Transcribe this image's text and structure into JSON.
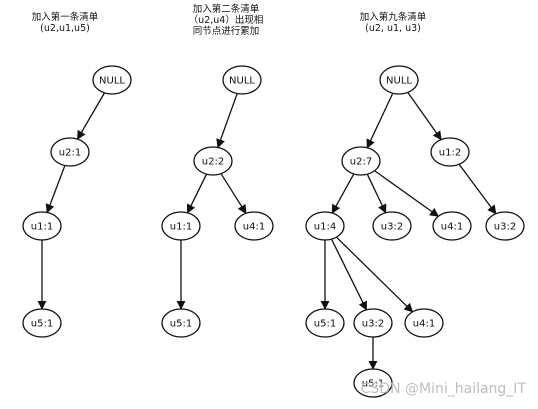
{
  "captions": [
    {
      "lines": [
        "加入第一条清单",
        "(u2,u1,u5)"
      ]
    },
    {
      "lines": [
        "加入第二条清单",
        "（u2,u4）出现相",
        "同节点进行累加"
      ]
    },
    {
      "lines": [
        "加入第九条清单",
        "(u2, u1, u3)"
      ]
    }
  ],
  "trees": [
    {
      "nodes": [
        {
          "id": "t1-null",
          "label": "NULL"
        },
        {
          "id": "t1-u2",
          "label": "u2:1"
        },
        {
          "id": "t1-u1",
          "label": "u1:1"
        },
        {
          "id": "t1-u5",
          "label": "u5:1"
        }
      ],
      "edges": [
        [
          "t1-null",
          "t1-u2"
        ],
        [
          "t1-u2",
          "t1-u1"
        ],
        [
          "t1-u1",
          "t1-u5"
        ]
      ]
    },
    {
      "nodes": [
        {
          "id": "t2-null",
          "label": "NULL"
        },
        {
          "id": "t2-u2",
          "label": "u2:2"
        },
        {
          "id": "t2-u1",
          "label": "u1:1"
        },
        {
          "id": "t2-u4",
          "label": "u4:1"
        },
        {
          "id": "t2-u5",
          "label": "u5:1"
        }
      ],
      "edges": [
        [
          "t2-null",
          "t2-u2"
        ],
        [
          "t2-u2",
          "t2-u1"
        ],
        [
          "t2-u2",
          "t2-u4"
        ],
        [
          "t2-u1",
          "t2-u5"
        ]
      ]
    },
    {
      "nodes": [
        {
          "id": "t3-null",
          "label": "NULL"
        },
        {
          "id": "t3-u2",
          "label": "u2:7"
        },
        {
          "id": "t3-u1b",
          "label": "u1:2"
        },
        {
          "id": "t3-u1",
          "label": "u1:4"
        },
        {
          "id": "t3-u3a",
          "label": "u3:2"
        },
        {
          "id": "t3-u4a",
          "label": "u4:1"
        },
        {
          "id": "t3-u3b",
          "label": "u3:2"
        },
        {
          "id": "t3-u5",
          "label": "u5:1"
        },
        {
          "id": "t3-u3c",
          "label": "u3:2"
        },
        {
          "id": "t3-u4b",
          "label": "u4:1"
        },
        {
          "id": "t3-u5b",
          "label": "u5:1"
        }
      ],
      "edges": [
        [
          "t3-null",
          "t3-u2"
        ],
        [
          "t3-null",
          "t3-u1b"
        ],
        [
          "t3-u2",
          "t3-u1"
        ],
        [
          "t3-u2",
          "t3-u3a"
        ],
        [
          "t3-u2",
          "t3-u4a"
        ],
        [
          "t3-u1b",
          "t3-u3b"
        ],
        [
          "t3-u1",
          "t3-u5"
        ],
        [
          "t3-u1",
          "t3-u3c"
        ],
        [
          "t3-u1",
          "t3-u4b"
        ],
        [
          "t3-u3c",
          "t3-u5b"
        ]
      ]
    }
  ],
  "watermark": "CSDN @Mini_hailang_IT",
  "colors": {
    "stroke": "#111111",
    "fill": "#ffffff",
    "watermark": "#bdbdbd"
  }
}
